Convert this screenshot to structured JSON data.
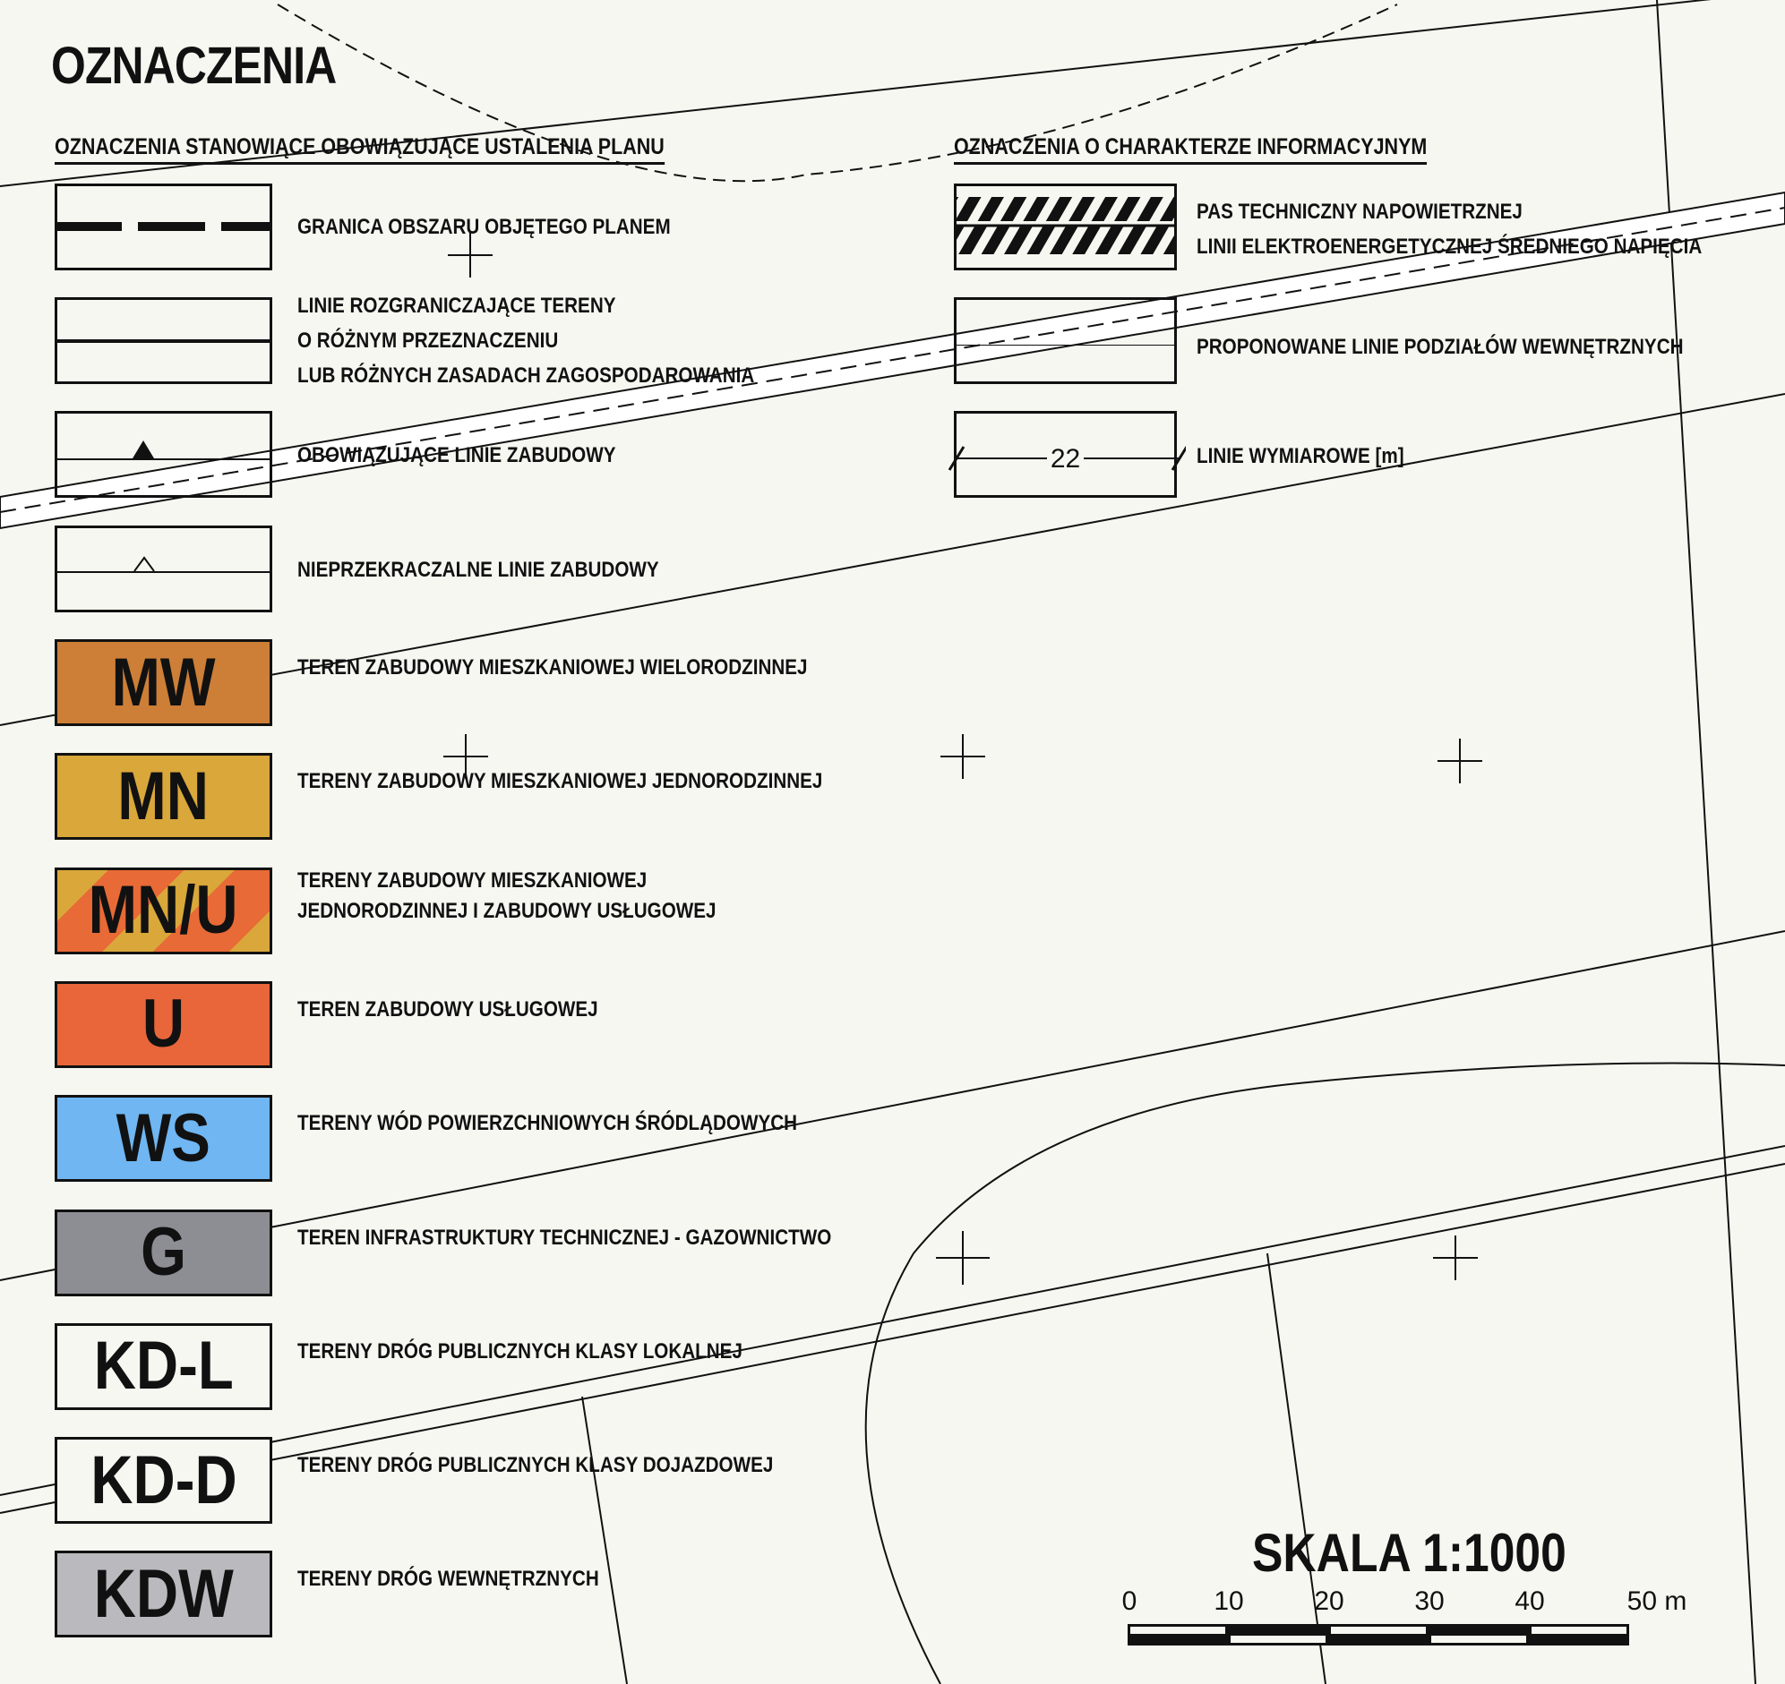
{
  "title": "OZNACZENIA",
  "sections": {
    "binding": "OZNACZENIA STANOWIĄCE OBOWIĄZUJĄCE USTALENIA PLANU",
    "informational": "OZNACZENIA O CHARAKTERZE INFORMACYJNYM"
  },
  "binding_items": [
    {
      "symbol": "dashed-boundary",
      "lines": [
        "GRANICA OBSZARU OBJĘTEGO PLANEM"
      ]
    },
    {
      "symbol": "solid-line",
      "lines": [
        "LINIE ROZGRANICZAJĄCE TERENY",
        "O RÓŻNYM PRZEZNACZENIU",
        "LUB RÓŻNYCH ZASADACH ZAGOSPODAROWANIA"
      ]
    },
    {
      "symbol": "filled-triangle-line",
      "lines": [
        "OBOWIĄZUJĄCE LINIE ZABUDOWY"
      ]
    },
    {
      "symbol": "open-triangle-line",
      "lines": [
        "NIEPRZEKRACZALNE LINIE ZABUDOWY"
      ]
    },
    {
      "code": "MW",
      "color": "#cd7f37",
      "lines": [
        "TEREN ZABUDOWY MIESZKANIOWEJ WIELORODZINNEJ"
      ]
    },
    {
      "code": "MN",
      "color": "#d9a73a",
      "lines": [
        "TERENY ZABUDOWY MIESZKANIOWEJ JEDNORODZINNEJ"
      ]
    },
    {
      "code": "MN/U",
      "color": "#e86a36",
      "color2": "#d9a73a",
      "lines": [
        "TERENY ZABUDOWY MIESZKANIOWEJ",
        "JEDNORODZINNEJ I ZABUDOWY USŁUGOWEJ"
      ]
    },
    {
      "code": "U",
      "color": "#e8663a",
      "lines": [
        "TEREN ZABUDOWY USŁUGOWEJ"
      ]
    },
    {
      "code": "WS",
      "color": "#6fb6f2",
      "lines": [
        "TERENY WÓD POWIERZCHNIOWYCH ŚRÓDLĄDOWYCH"
      ]
    },
    {
      "code": "G",
      "color": "#8d8d94",
      "lines": [
        "TEREN INFRASTRUKTURY TECHNICZNEJ - GAZOWNICTWO"
      ]
    },
    {
      "code": "KD-L",
      "color": "#f7f7f1",
      "lines": [
        "TERENY DRÓG PUBLICZNYCH KLASY LOKALNEJ"
      ]
    },
    {
      "code": "KD-D",
      "color": "#f7f7f1",
      "lines": [
        "TERENY DRÓG PUBLICZNYCH KLASY DOJAZDOWEJ"
      ]
    },
    {
      "code": "KDW",
      "color": "#b9b9be",
      "lines": [
        "TERENY DRÓG WEWNĘTRZNYCH"
      ]
    }
  ],
  "info_items": [
    {
      "symbol": "hatched-strip",
      "lines": [
        "PAS TECHNICZNY NAPOWIETRZNEJ",
        "LINII ELEKTROENERGETYCZNEJ ŚREDNIEGO NAPIĘCIA"
      ]
    },
    {
      "symbol": "thin-line",
      "lines": [
        "PROPONOWANE LINIE PODZIAŁÓW WEWNĘTRZNYCH"
      ]
    },
    {
      "symbol": "dimension-line",
      "value": "22",
      "lines": [
        "LINIE WYMIAROWE [m]"
      ]
    }
  ],
  "scale": {
    "title": "SKALA 1:1000",
    "ticks": [
      "0",
      "10",
      "20",
      "30",
      "40",
      "50 m"
    ]
  }
}
